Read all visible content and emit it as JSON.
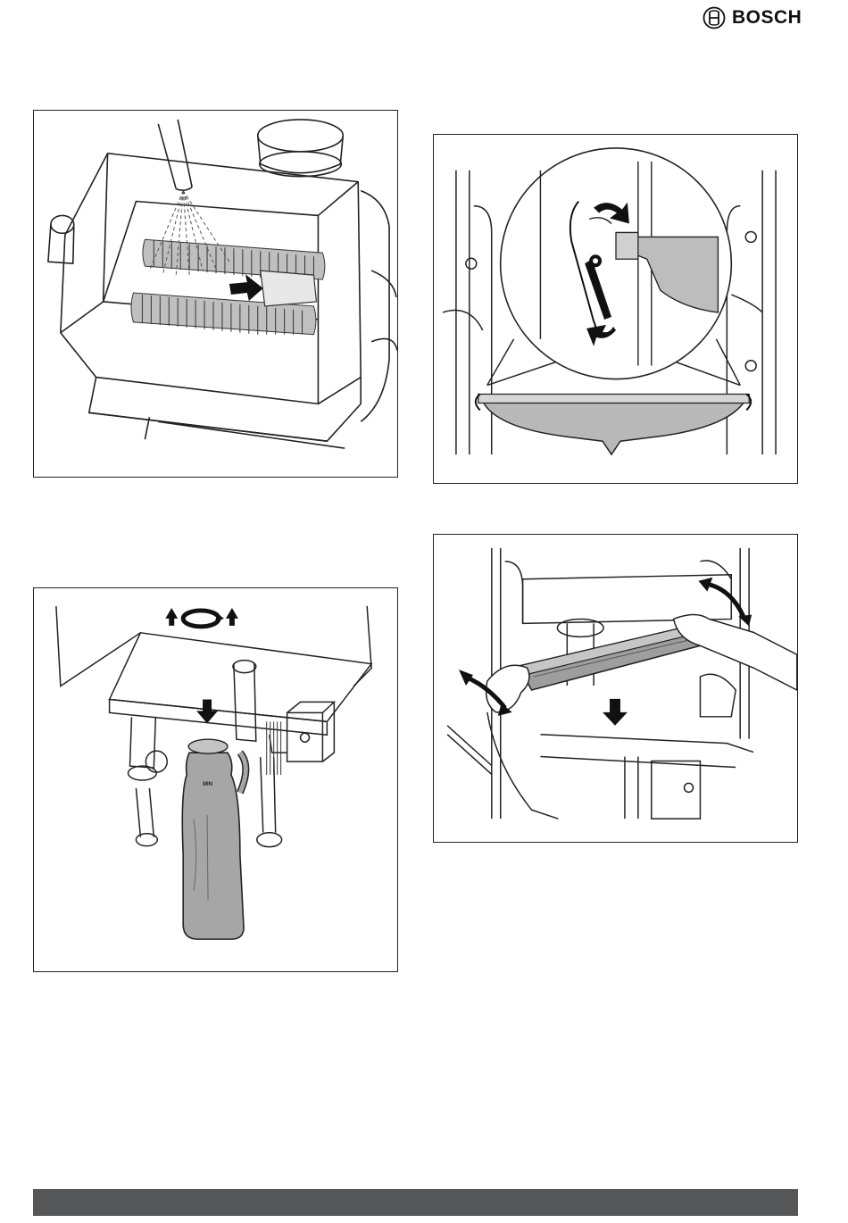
{
  "header": {
    "brand": "BOSCH",
    "logo_icon": "bosch-armature-icon"
  },
  "figures": [
    {
      "icon": "heat-exchanger-flushing-illustration"
    },
    {
      "icon": "condensate-tray-clip-release-illustration",
      "accent_color": "#b8b8b8"
    },
    {
      "icon": "siphon-removal-illustration",
      "label": "MIN",
      "accent_color": "#a6a6a6"
    },
    {
      "icon": "condensate-tray-removal-illustration",
      "accent_color": "#9e9e9e"
    }
  ],
  "footer": {
    "bar_color": "#555658"
  }
}
